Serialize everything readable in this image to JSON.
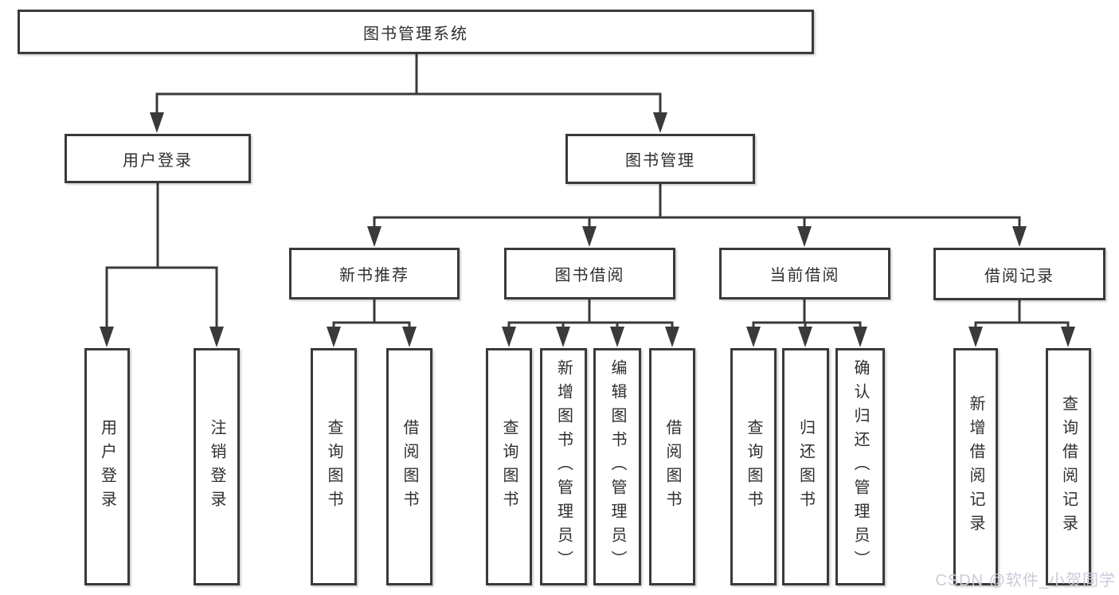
{
  "nodes": {
    "root": {
      "label": "图书管理系统"
    },
    "user_login": {
      "label": "用户登录"
    },
    "book_mgmt": {
      "label": "图书管理"
    },
    "new_book_rec": {
      "label": "新书推荐"
    },
    "book_borrow": {
      "label": "图书借阅"
    },
    "current_borrow": {
      "label": "当前借阅"
    },
    "borrow_records": {
      "label": "借阅记录"
    },
    "leaf_user_login": {
      "label": "用户登录"
    },
    "leaf_logout": {
      "label": "注销登录"
    },
    "nb_query": {
      "label": "查询图书"
    },
    "nb_borrow": {
      "label": "借阅图书"
    },
    "bb_query": {
      "label": "查询图书"
    },
    "bb_add": {
      "label": "新增图书（管理员）"
    },
    "bb_edit": {
      "label": "编辑图书（管理员）"
    },
    "bb_borrow": {
      "label": "借阅图书"
    },
    "cb_query": {
      "label": "查询图书"
    },
    "cb_return": {
      "label": "归还图书"
    },
    "cb_confirm": {
      "label": "确认归还（管理员）"
    },
    "br_add": {
      "label": "新增借阅记录"
    },
    "br_query": {
      "label": "查询借阅记录"
    }
  },
  "edges": [
    [
      "root",
      "user_login"
    ],
    [
      "root",
      "book_mgmt"
    ],
    [
      "user_login",
      "leaf_user_login"
    ],
    [
      "user_login",
      "leaf_logout"
    ],
    [
      "book_mgmt",
      "new_book_rec"
    ],
    [
      "book_mgmt",
      "book_borrow"
    ],
    [
      "book_mgmt",
      "current_borrow"
    ],
    [
      "book_mgmt",
      "borrow_records"
    ],
    [
      "new_book_rec",
      "nb_query"
    ],
    [
      "new_book_rec",
      "nb_borrow"
    ],
    [
      "book_borrow",
      "bb_query"
    ],
    [
      "book_borrow",
      "bb_add"
    ],
    [
      "book_borrow",
      "bb_edit"
    ],
    [
      "book_borrow",
      "bb_borrow"
    ],
    [
      "current_borrow",
      "cb_query"
    ],
    [
      "current_borrow",
      "cb_return"
    ],
    [
      "current_borrow",
      "cb_confirm"
    ],
    [
      "borrow_records",
      "br_add"
    ],
    [
      "borrow_records",
      "br_query"
    ]
  ],
  "watermark": {
    "text": "CSDN @软件_小贺同学",
    "color": "#c9cdd9"
  },
  "colors": {
    "line": "#3a3a3a",
    "box_border": "#3a3a3a",
    "box_fill": "#ffffff",
    "text": "#2f2f2f",
    "background": "#ffffff"
  }
}
